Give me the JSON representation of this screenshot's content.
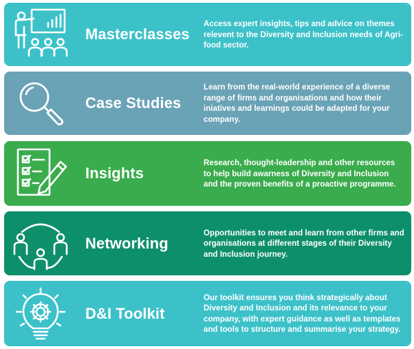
{
  "colors": {
    "masterclasses": "#3cc1c9",
    "case_studies": "#6aa2b6",
    "insights": "#3aac4d",
    "networking": "#0e8f6b",
    "toolkit": "#3cc1c9"
  },
  "cards": [
    {
      "title": "Masterclasses",
      "icon": "presentation-icon",
      "description": "Access expert insights, tips and advice on themes relevent to the Diversity and Inclusion needs of Agri-food sector."
    },
    {
      "title": "Case Studies",
      "icon": "magnifier-icon",
      "description": "Learn from the real-world experience of a diverse range of firms and organisations and how their iniatives and learnings could be adapted for your company."
    },
    {
      "title": "Insights",
      "icon": "checklist-pencil-icon",
      "description": "Research, thought-leadership and other resources to help build awarness of Diversity and Inclusion and the proven benefits of a proactive programme."
    },
    {
      "title": "Networking",
      "icon": "network-people-icon",
      "description": "Opportunities to meet and learn from other firms and organisations at different stages of their Diversity and Inclusion journey."
    },
    {
      "title": "D&I Toolkit",
      "icon": "lightbulb-gear-icon",
      "description": "Our toolkit ensures you think strategically about Diversity and Inclusion and its relevance to your company, with expert guidance as well as templates and tools to structure and summarise your strategy."
    }
  ]
}
